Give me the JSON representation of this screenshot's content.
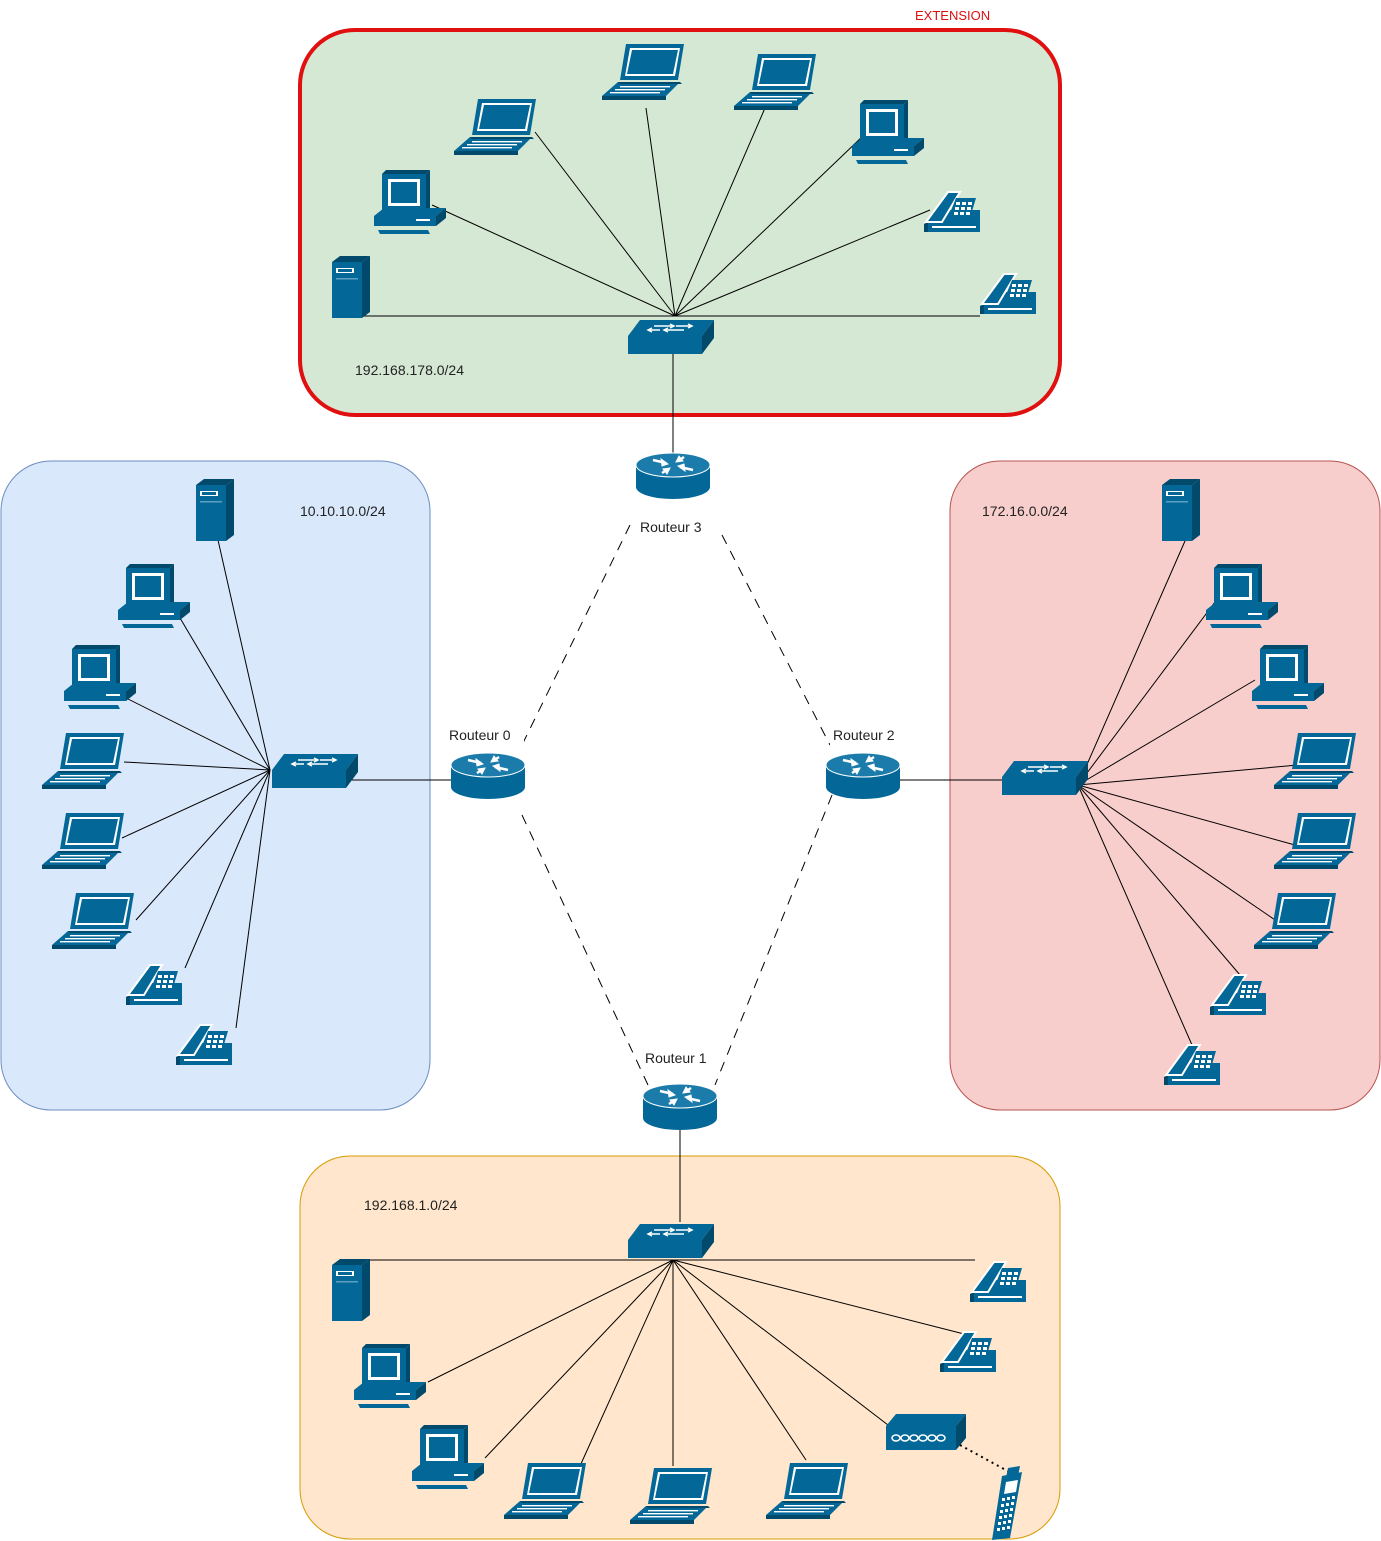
{
  "diagram": {
    "extension_label": "EXTENSION",
    "colors": {
      "device": "#036897",
      "device_dark": "#024a6b",
      "extension_border": "#e01010"
    },
    "zones": [
      {
        "id": "extension",
        "subnet": "192.168.178.0/24",
        "fill": "#d5e8d4",
        "border": "#e01010"
      },
      {
        "id": "west",
        "subnet": "10.10.10.0/24",
        "fill": "#dae8fc",
        "border": "#6c8ebf"
      },
      {
        "id": "east",
        "subnet": "172.16.0.0/24",
        "fill": "#f8cecc",
        "border": "#b85450"
      },
      {
        "id": "south",
        "subnet": "192.168.1.0/24",
        "fill": "#ffe6cc",
        "border": "#d79b00"
      }
    ],
    "routers": [
      {
        "id": "r0",
        "label": "Routeur 0"
      },
      {
        "id": "r1",
        "label": "Routeur 1"
      },
      {
        "id": "r2",
        "label": "Routeur 2"
      },
      {
        "id": "r3",
        "label": "Routeur 3"
      }
    ],
    "device_types": [
      "server",
      "workstation",
      "laptop",
      "ip-phone",
      "switch",
      "router",
      "access-point",
      "mobile-phone"
    ]
  }
}
